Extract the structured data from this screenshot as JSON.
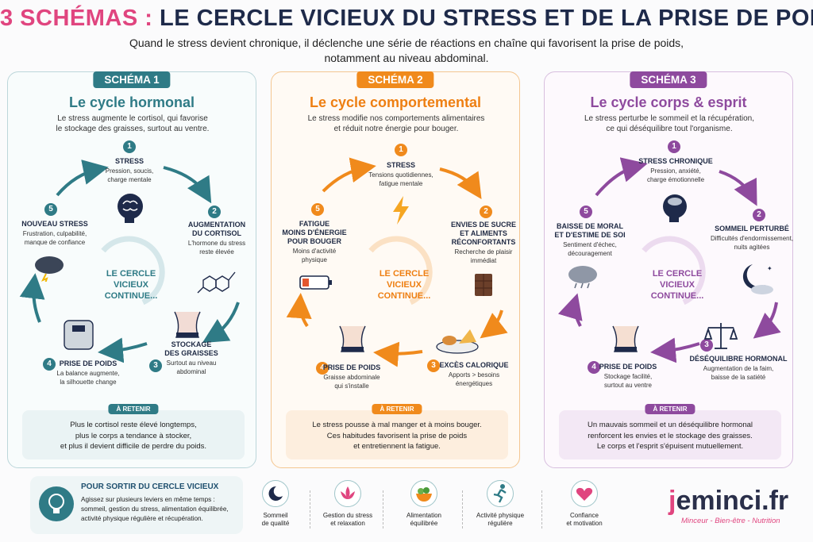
{
  "header": {
    "title_part1": "3 SCHÉMAS :",
    "title_part2": "LE CERCLE VICIEUX DU STRESS ET DE LA PRISE DE POIDS",
    "subtitle_line1": "Quand le stress devient chronique, il déclenche une série de réactions en chaîne qui favorisent la prise de poids,",
    "subtitle_line2": "notamment au niveau abdominal."
  },
  "center_text": {
    "line1": "LE CERCLE",
    "line2": "VICIEUX",
    "line3": "CONTINUE..."
  },
  "retain_label": "À RETENIR",
  "panels": [
    {
      "badge": "SCHÉMA 1",
      "title": "Le cycle hormonal",
      "desc_line1": "Le stress augmente le cortisol, qui favorise",
      "desc_line2": "le stockage des graisses, surtout au ventre.",
      "steps": [
        {
          "n": "1",
          "h": "STRESS",
          "d1": "Pression, soucis,",
          "d2": "charge mentale"
        },
        {
          "n": "2",
          "h": "AUGMENTATION",
          "h2": "DU CORTISOL",
          "d1": "L'hormone du stress",
          "d2": "reste élevée"
        },
        {
          "n": "3",
          "h": "STOCKAGE",
          "h2": "DES GRAISSES",
          "d1": "Surtout au niveau",
          "d2": "abdominal"
        },
        {
          "n": "4",
          "h": "PRISE DE POIDS",
          "d1": "La balance augmente,",
          "d2": "la silhouette change"
        },
        {
          "n": "5",
          "h": "NOUVEAU STRESS",
          "d1": "Frustration, culpabilité,",
          "d2": "manque de confiance"
        }
      ],
      "retain_line1": "Plus le cortisol reste élevé longtemps,",
      "retain_line2": "plus le corps a tendance à stocker,",
      "retain_line3": "et plus il devient difficile de perdre du poids."
    },
    {
      "badge": "SCHÉMA 2",
      "title": "Le cycle comportemental",
      "desc_line1": "Le stress modifie nos comportements alimentaires",
      "desc_line2": "et réduit notre énergie pour bouger.",
      "steps": [
        {
          "n": "1",
          "h": "STRESS",
          "d1": "Tensions quotidiennes,",
          "d2": "fatigue mentale"
        },
        {
          "n": "2",
          "h": "ENVIES DE SUCRE",
          "h2": "ET ALIMENTS",
          "h3": "RÉCONFORTANTS",
          "d1": "Recherche de plaisir",
          "d2": "immédiat"
        },
        {
          "n": "3",
          "h": "EXCÈS CALORIQUE",
          "d1": "Apports > besoins",
          "d2": "énergétiques"
        },
        {
          "n": "4",
          "h": "PRISE DE POIDS",
          "d1": "Graisse abdominale",
          "d2": "qui s'installe"
        },
        {
          "n": "5",
          "h": "FATIGUE",
          "h2": "MOINS D'ÉNERGIE",
          "h3": "POUR BOUGER",
          "d1": "Moins d'activité",
          "d2": "physique"
        }
      ],
      "retain_line1": "Le stress pousse à mal manger et à moins bouger.",
      "retain_line2": "Ces habitudes favorisent la prise de poids",
      "retain_line3": "et entretiennent la fatigue."
    },
    {
      "badge": "SCHÉMA 3",
      "title": "Le cycle corps & esprit",
      "desc_line1": "Le stress perturbe le sommeil et la récupération,",
      "desc_line2": "ce qui déséquilibre tout l'organisme.",
      "steps": [
        {
          "n": "1",
          "h": "STRESS CHRONIQUE",
          "d1": "Pression, anxiété,",
          "d2": "charge émotionnelle"
        },
        {
          "n": "2",
          "h": "SOMMEIL PERTURBÉ",
          "d1": "Difficultés d'endormissement,",
          "d2": "nuits agitées"
        },
        {
          "n": "3",
          "h": "DÉSÉQUILIBRE HORMONAL",
          "d1": "Augmentation de la faim,",
          "d2": "baisse de la satiété"
        },
        {
          "n": "4",
          "h": "PRISE DE POIDS",
          "d1": "Stockage facilité,",
          "d2": "surtout au ventre"
        },
        {
          "n": "5",
          "h": "BAISSE DE MORAL",
          "h2": "ET D'ESTIME DE SOI",
          "d1": "Sentiment d'échec,",
          "d2": "découragement"
        }
      ],
      "retain_line1": "Un mauvais sommeil et un déséquilibre hormonal",
      "retain_line2": "renforcent les envies et le stockage des graisses.",
      "retain_line3": "Le corps et l'esprit s'épuisent mutuellement."
    }
  ],
  "exit": {
    "title": "POUR SORTIR DU CERCLE VICIEUX",
    "line1": "Agissez sur plusieurs leviers en même temps :",
    "line2": "sommeil, gestion du stress, alimentation équilibrée,",
    "line3": "activité physique régulière et récupération."
  },
  "levers": [
    {
      "l1": "Sommeil",
      "l2": "de qualité",
      "icon": "moon-icon"
    },
    {
      "l1": "Gestion du stress",
      "l2": "et relaxation",
      "icon": "lotus-icon"
    },
    {
      "l1": "Alimentation",
      "l2": "équilibrée",
      "icon": "salad-bowl-icon"
    },
    {
      "l1": "Activité physique",
      "l2": "régulière",
      "icon": "running-icon"
    },
    {
      "l1": "Confiance",
      "l2": "et motivation",
      "icon": "heart-icon"
    }
  ],
  "brand": {
    "name_j": "j",
    "name_rest": "eminci.fr",
    "tagline": "Minceur - Bien-être - Nutrition"
  },
  "colors": {
    "teal": "#2f7b86",
    "orange": "#f08a1c",
    "purple": "#8e4a9e",
    "pink": "#e0457f",
    "navy": "#1e2a4a"
  }
}
